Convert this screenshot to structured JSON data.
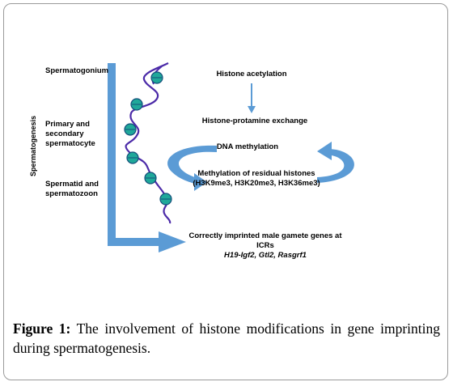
{
  "stages": {
    "axis_label": "Spermatogenesis",
    "spermatogonium": "Spermatogonium",
    "primary_line1": "Primary and",
    "primary_line2": "secondary",
    "primary_line3": "spermatocyte",
    "spermatid_line1": "Spermatid and",
    "spermatid_line2": "spermatozoon"
  },
  "events": {
    "histone_acetylation": "Histone acetylation",
    "histone_protamine": "Histone-protamine exchange",
    "dna_methylation": "DNA methylation",
    "methylation_residual_line1": "Methylation of residual histones",
    "methylation_residual_line2": "(H3K9me3, H3K20me3, H3K36me3)",
    "imprinted_line1": "Correctly imprinted male gamete genes at ICRs",
    "imprinted_line2": "H19-Igf2, Gtl2, Rasgrf1"
  },
  "caption": {
    "figure_label": "Figure 1:",
    "text": " The involvement of histone modifications in gene imprinting during spermatogenesis."
  },
  "colors": {
    "arrow_blue": "#5b9bd5",
    "chromatin_teal": "#1fa89a",
    "dna_strand": "#4b2aa8"
  }
}
